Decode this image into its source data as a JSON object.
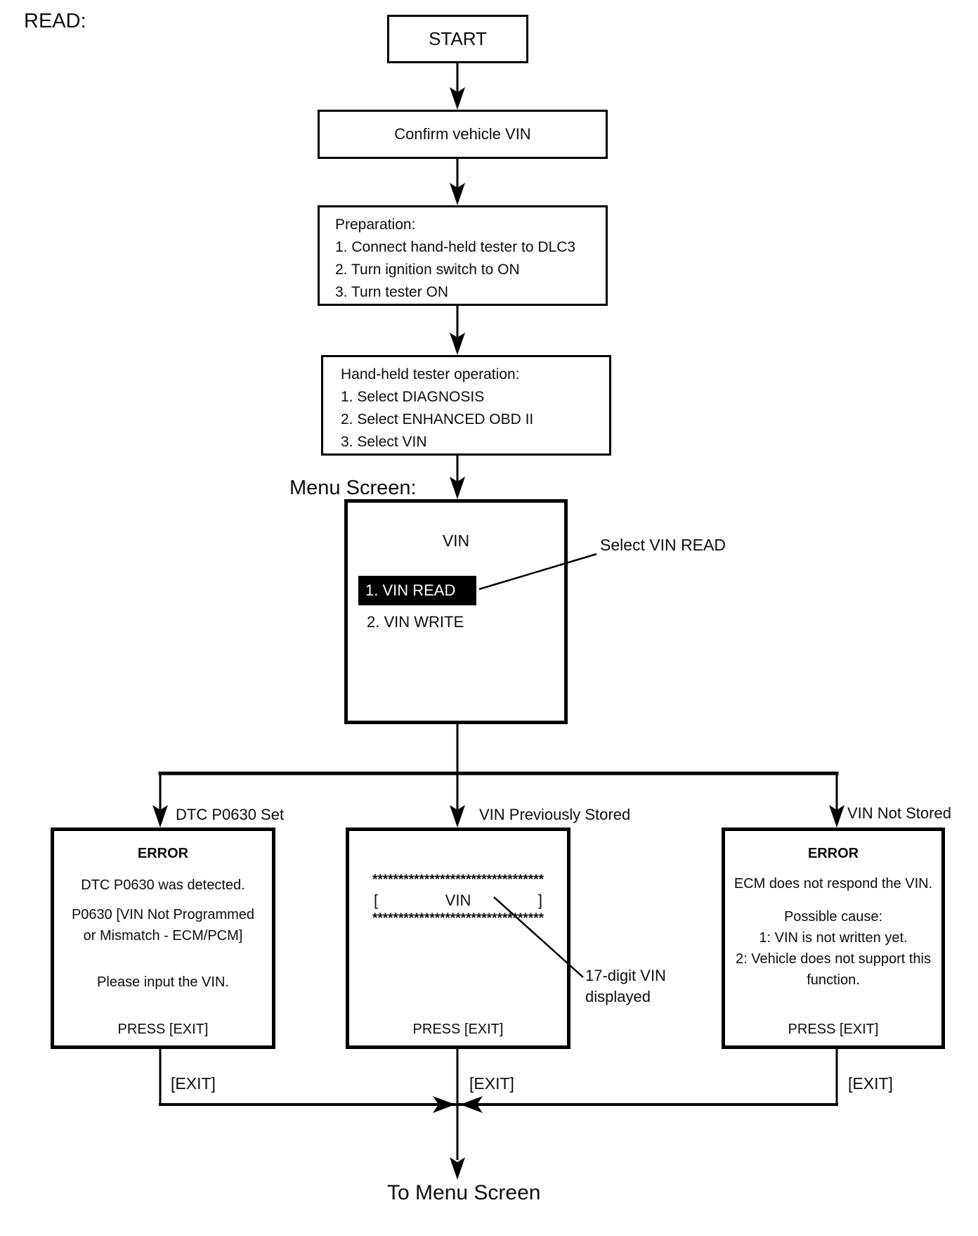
{
  "page": {
    "read_label": "READ:",
    "menu_screen_label": "Menu Screen:",
    "to_menu_screen": "To Menu Screen"
  },
  "flow": {
    "start": "START",
    "confirm": "Confirm vehicle VIN",
    "preparation": {
      "title": "Preparation:",
      "steps": [
        "1. Connect hand-held tester to DLC3",
        "2. Turn ignition switch to ON",
        "3. Turn tester ON"
      ]
    },
    "tester_operation": {
      "title": "Hand-held tester operation:",
      "steps": [
        "1. Select DIAGNOSIS",
        "2. Select ENHANCED OBD II",
        "3. Select VIN"
      ]
    }
  },
  "menu": {
    "title": "VIN",
    "item_read": "1. VIN READ",
    "item_write": "2. VIN WRITE",
    "callout": "Select VIN READ"
  },
  "branches": {
    "left": {
      "label": "DTC P0630 Set",
      "title": "ERROR",
      "line1": "DTC P0630 was detected.",
      "line2a": "P0630 [VIN Not Programmed",
      "line2b": "or Mismatch - ECM/PCM]",
      "line3": "Please input the VIN.",
      "press": "PRESS [EXIT]",
      "exit": "[EXIT]"
    },
    "middle": {
      "label": "VIN Previously Stored",
      "stars": "*********************************",
      "bracket_open": "[",
      "vin": "VIN",
      "bracket_close": "]",
      "press": "PRESS [EXIT]",
      "exit": "[EXIT]",
      "callout_line1": "17-digit VIN",
      "callout_line2": "displayed"
    },
    "right": {
      "label": "VIN Not Stored",
      "title": "ERROR",
      "line1": "ECM does not respond the VIN.",
      "line2": "Possible cause:",
      "line3": "1: VIN is not written yet.",
      "line4": "2: Vehicle does not support this",
      "line5": "function.",
      "press": "PRESS [EXIT]",
      "exit": "[EXIT]"
    }
  },
  "colors": {
    "line": "#000000",
    "background": "#ffffff",
    "highlight_bg": "#000000",
    "highlight_text": "#ffffff"
  }
}
